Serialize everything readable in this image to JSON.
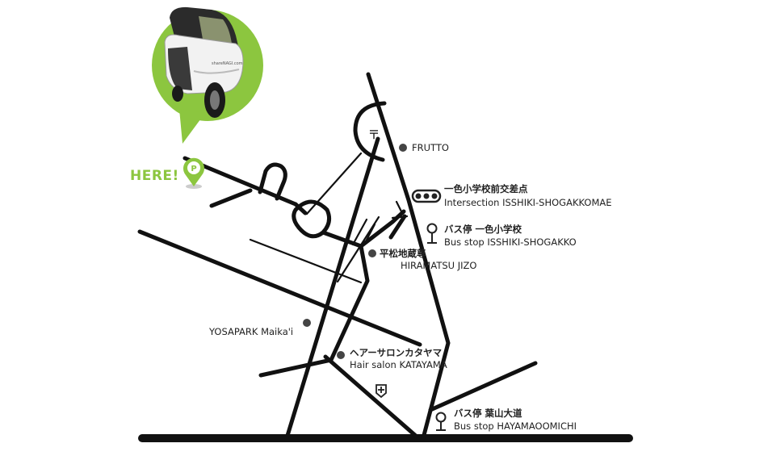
{
  "colors": {
    "road": "#111111",
    "accent": "#8cc63f",
    "text": "#222222",
    "dot": "#444444"
  },
  "here_label": "HERE!",
  "parking_symbol": "P",
  "vehicle_image": {
    "icon": "electric-vehicle-photo",
    "brand_text": "shareNAGI.com"
  },
  "post_office_symbol": "〒",
  "landmarks": {
    "frutto": {
      "name": "FRUTTO",
      "icon": "dot-marker"
    },
    "intersection": {
      "name_ja": "一色小学校前交差点",
      "name_en": "Intersection ISSHIKI-SHOGAKKOMAE",
      "icon": "traffic-light-icon"
    },
    "bus_stop_isshiki": {
      "name_ja": "バス停 一色小学校",
      "name_en": "Bus stop ISSHIKI-SHOGAKKO",
      "icon": "bus-stop-icon"
    },
    "hiramatsu": {
      "name_ja": "平松地蔵尊",
      "name_en": "HIRAMATSU JIZO",
      "icon": "dot-marker"
    },
    "yosapark": {
      "name": "YOSAPARK Maika'i",
      "icon": "dot-marker"
    },
    "hair_salon": {
      "name_ja": "ヘアーサロンカタヤマ",
      "name_en": "Hair salon KATAYAMA",
      "icon": "dot-marker"
    },
    "hospital": {
      "icon": "hospital-icon"
    },
    "bus_stop_hayama": {
      "name_ja": "バス停 葉山大道",
      "name_en": "Bus stop HAYAMAOOMICHI",
      "icon": "bus-stop-icon"
    }
  }
}
